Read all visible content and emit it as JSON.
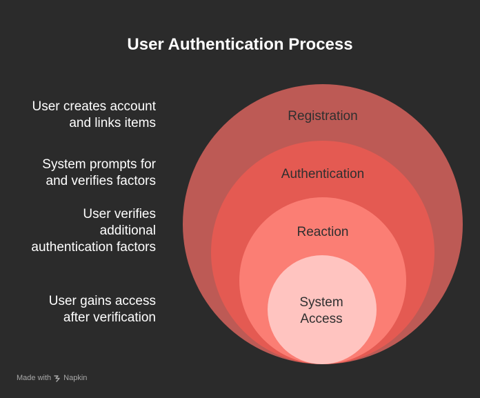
{
  "title": "User Authentication Process",
  "colors": {
    "background": "#2b2b2b",
    "ring_registration": "#bd5a55",
    "ring_authentication": "#e45a52",
    "ring_reaction": "#fb7e74",
    "ring_access": "#ffc4c0",
    "text_light": "#ffffff",
    "text_dark": "#2f2f2f"
  },
  "layers": [
    {
      "label": "Registration",
      "description": "User creates account\nand links items"
    },
    {
      "label": "Authentication",
      "description": "System prompts for\nand verifies factors"
    },
    {
      "label": "Reaction",
      "description": "User verifies\nadditional\nauthentication factors"
    },
    {
      "label": "System\nAccess",
      "description": "User gains access\nafter verification"
    }
  ],
  "footer": {
    "made_with": "Made with",
    "brand": "Napkin"
  }
}
